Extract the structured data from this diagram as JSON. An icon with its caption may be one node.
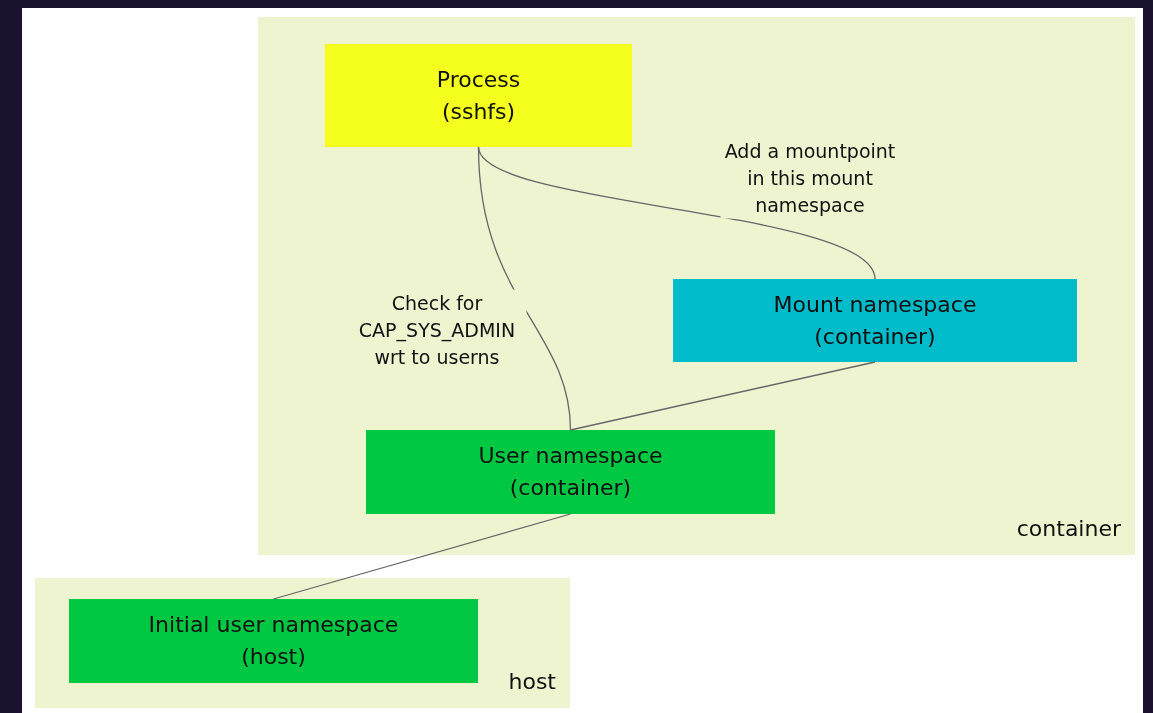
{
  "diagram": {
    "nodes": [
      {
        "text": [
          "container"
        ]
      },
      {
        "text": [
          "Process (sshfs)"
        ],
        "in": 0
      },
      {
        "text": [
          "Mount namespace (container)"
        ],
        "in": 0
      },
      {
        "text": [
          "User namespace (container)"
        ],
        "in": 0
      },
      {
        "text": [
          "host"
        ]
      },
      {
        "text": [
          "Initial user namespace (host)"
        ],
        "in": 4
      }
    ],
    "edges": [
      {
        "from": 1,
        "to": 3,
        "arrow": "none",
        "label": "Check for CAP_SYS_ADMIN wrt to userns"
      },
      {
        "from": 1,
        "to": 2,
        "arrow": "none",
        "label": "Add a mountpoint in this mount namespace"
      },
      {
        "from": 2,
        "to": 3,
        "arrow": "none"
      },
      {
        "from": 3,
        "to": 5,
        "arrow": "none"
      }
    ]
  }
}
